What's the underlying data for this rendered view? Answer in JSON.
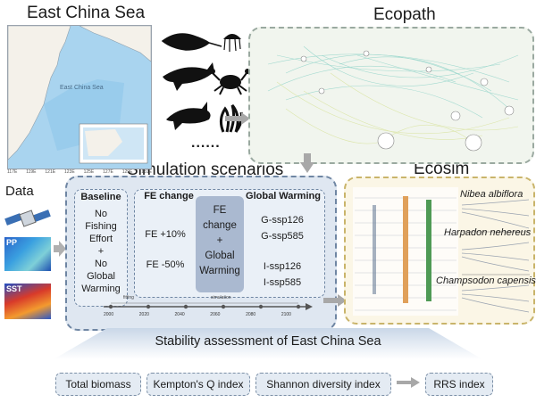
{
  "titles": {
    "east_china_sea": "East China Sea",
    "ecopath": "Ecopath",
    "simulation": "Simulation scenarios",
    "ecosim": "Ecosim",
    "data": "Data",
    "stability": "Stability assessment of East China Sea"
  },
  "map": {
    "sea_label": "East China Sea",
    "lon_ticks": [
      "117E",
      "119E",
      "121E",
      "123E",
      "125E",
      "127E",
      "129E",
      "131E"
    ]
  },
  "species_more": "......",
  "data_panels": {
    "pp": "PP",
    "sst": "SST"
  },
  "baseline": {
    "header": "Baseline",
    "lines": [
      "No",
      "Fishing",
      "Effort",
      "+",
      "No",
      "Global",
      "Warming"
    ]
  },
  "fe_change": {
    "header": "FE change",
    "items": [
      "FE  +10%",
      "FE  -50%"
    ]
  },
  "fe_warm": {
    "lines": [
      "FE",
      "change",
      "+",
      "Global",
      "Warming"
    ]
  },
  "global_warming": {
    "header": "Global Warming",
    "items": [
      "G-ssp126",
      "G-ssp585",
      "I-ssp126",
      "I-ssp585"
    ]
  },
  "timeline": {
    "labels": [
      "2000",
      "2020",
      "2040",
      "2060",
      "2080",
      "2100"
    ],
    "fitting": "fitting",
    "simulation": "simulation"
  },
  "ecosim_species": [
    "Nibea albiflora",
    "Harpadon nehereus",
    "Champsodon capensis"
  ],
  "indices": [
    "Total biomass",
    "Kempton's Q index",
    "Shannon diversity index",
    "RRS index"
  ],
  "colors": {
    "sim_panel": "#dfe7f1",
    "ecopath_panel": "#f1f5ee",
    "ecosim_panel": "#fbf6e6",
    "sea": "#a9d4ef"
  }
}
